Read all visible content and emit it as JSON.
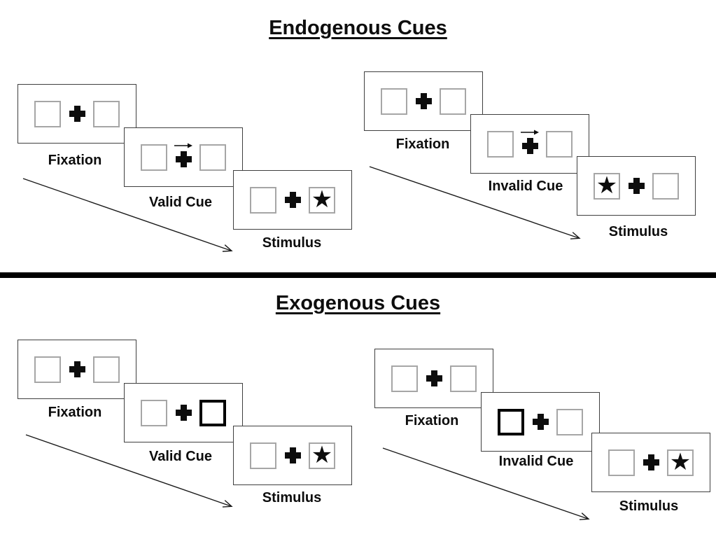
{
  "colors": {
    "background": "#ffffff",
    "ink": "#000000",
    "panel_border": "#3f3f3f",
    "box_border": "#a6a6a6"
  },
  "glyphs": {
    "star": "★"
  },
  "sections": [
    {
      "title": "Endogenous Cues",
      "cue_kind": "central-arrow",
      "trials": [
        {
          "type": "valid",
          "panels": [
            {
              "label": "Fixation",
              "content": "two-empty-boxes-with-central-plus"
            },
            {
              "label": "Valid Cue",
              "content": "right-pointing-arrow-above-central-plus",
              "cue_direction": "right"
            },
            {
              "label": "Stimulus",
              "content": "star-target",
              "star_side": "right"
            }
          ]
        },
        {
          "type": "invalid",
          "panels": [
            {
              "label": "Fixation",
              "content": "two-empty-boxes-with-central-plus"
            },
            {
              "label": "Invalid Cue",
              "content": "right-pointing-arrow-above-central-plus",
              "cue_direction": "right"
            },
            {
              "label": "Stimulus",
              "content": "star-target",
              "star_side": "left"
            }
          ]
        }
      ]
    },
    {
      "title": "Exogenous Cues",
      "cue_kind": "peripheral-box-highlight",
      "trials": [
        {
          "type": "valid",
          "panels": [
            {
              "label": "Fixation",
              "content": "two-empty-boxes-with-central-plus"
            },
            {
              "label": "Valid Cue",
              "content": "bold-highlighted-box",
              "bold_box_side": "right"
            },
            {
              "label": "Stimulus",
              "content": "star-target",
              "star_side": "right"
            }
          ]
        },
        {
          "type": "invalid",
          "panels": [
            {
              "label": "Fixation",
              "content": "two-empty-boxes-with-central-plus"
            },
            {
              "label": "Invalid Cue",
              "content": "bold-highlighted-box",
              "bold_box_side": "left"
            },
            {
              "label": "Stimulus",
              "content": "star-target",
              "star_side": "right"
            }
          ]
        }
      ]
    }
  ]
}
